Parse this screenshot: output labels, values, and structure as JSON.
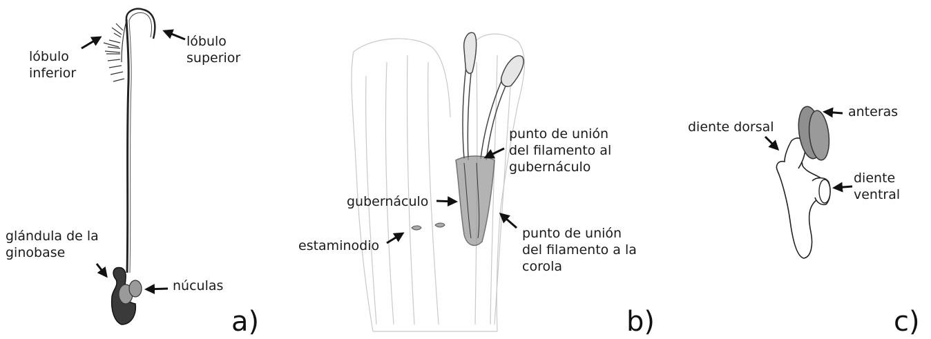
{
  "panels": {
    "a": {
      "letter": "a)",
      "labels": {
        "lobulo_inferior": "lóbulo\ninferior",
        "lobulo_superior": "lóbulo\nsuperior",
        "glandula": "glándula de la\nginobase",
        "nuculas": "núculas"
      }
    },
    "b": {
      "letter": "b)",
      "labels": {
        "union_gubernaculo": "punto de unión\ndel filamento al\ngubernáculo",
        "gubernaculo": "gubernáculo",
        "estaminodio": "estaminodio",
        "union_corola": "punto de unión\ndel filamento a la\ncorola"
      }
    },
    "c": {
      "letter": "c)",
      "labels": {
        "anteras": "anteras",
        "diente_dorsal": "diente dorsal",
        "diente_ventral": "diente\nventral"
      }
    }
  },
  "colors": {
    "ink": "#1a1a1a",
    "gland": "#3a3a3a",
    "nutlet": "#9a9a9a",
    "anther": "#8f8f8f",
    "petal_line": "#c8c8c8"
  }
}
